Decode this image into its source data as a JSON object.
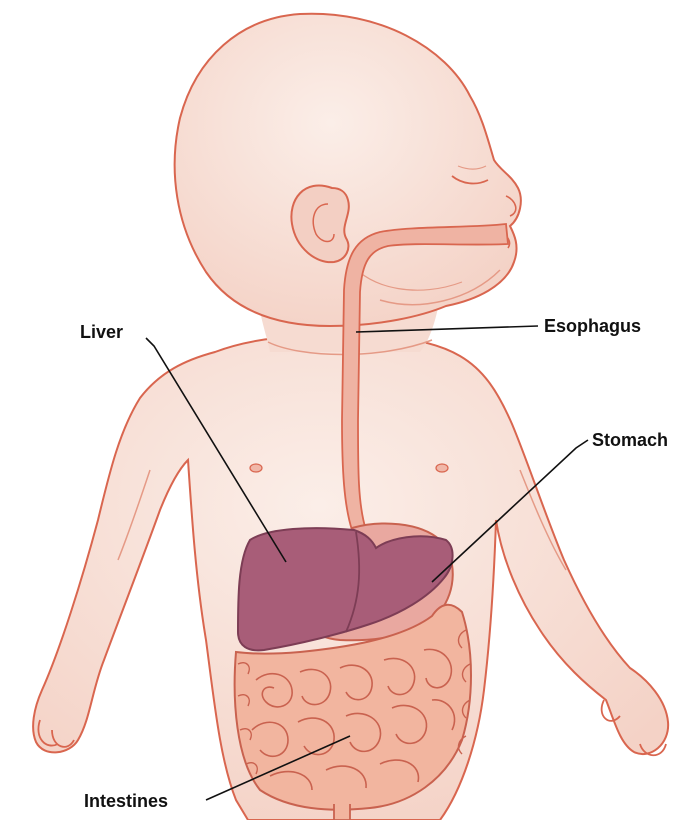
{
  "diagram": {
    "labels": {
      "liver": "Liver",
      "esophagus": "Esophagus",
      "stomach": "Stomach",
      "intestines": "Intestines"
    }
  },
  "colors": {
    "skin": "#f9e1d9",
    "skin_shade": "#f3cfc3",
    "outline": "#d9664f",
    "liver": "#a85d78",
    "liver_outline": "#7d3d55",
    "stomach": "#e9a8a0",
    "intestine": "#f2b59f",
    "esophagus": "#efb3a3",
    "leader": "#111111"
  }
}
